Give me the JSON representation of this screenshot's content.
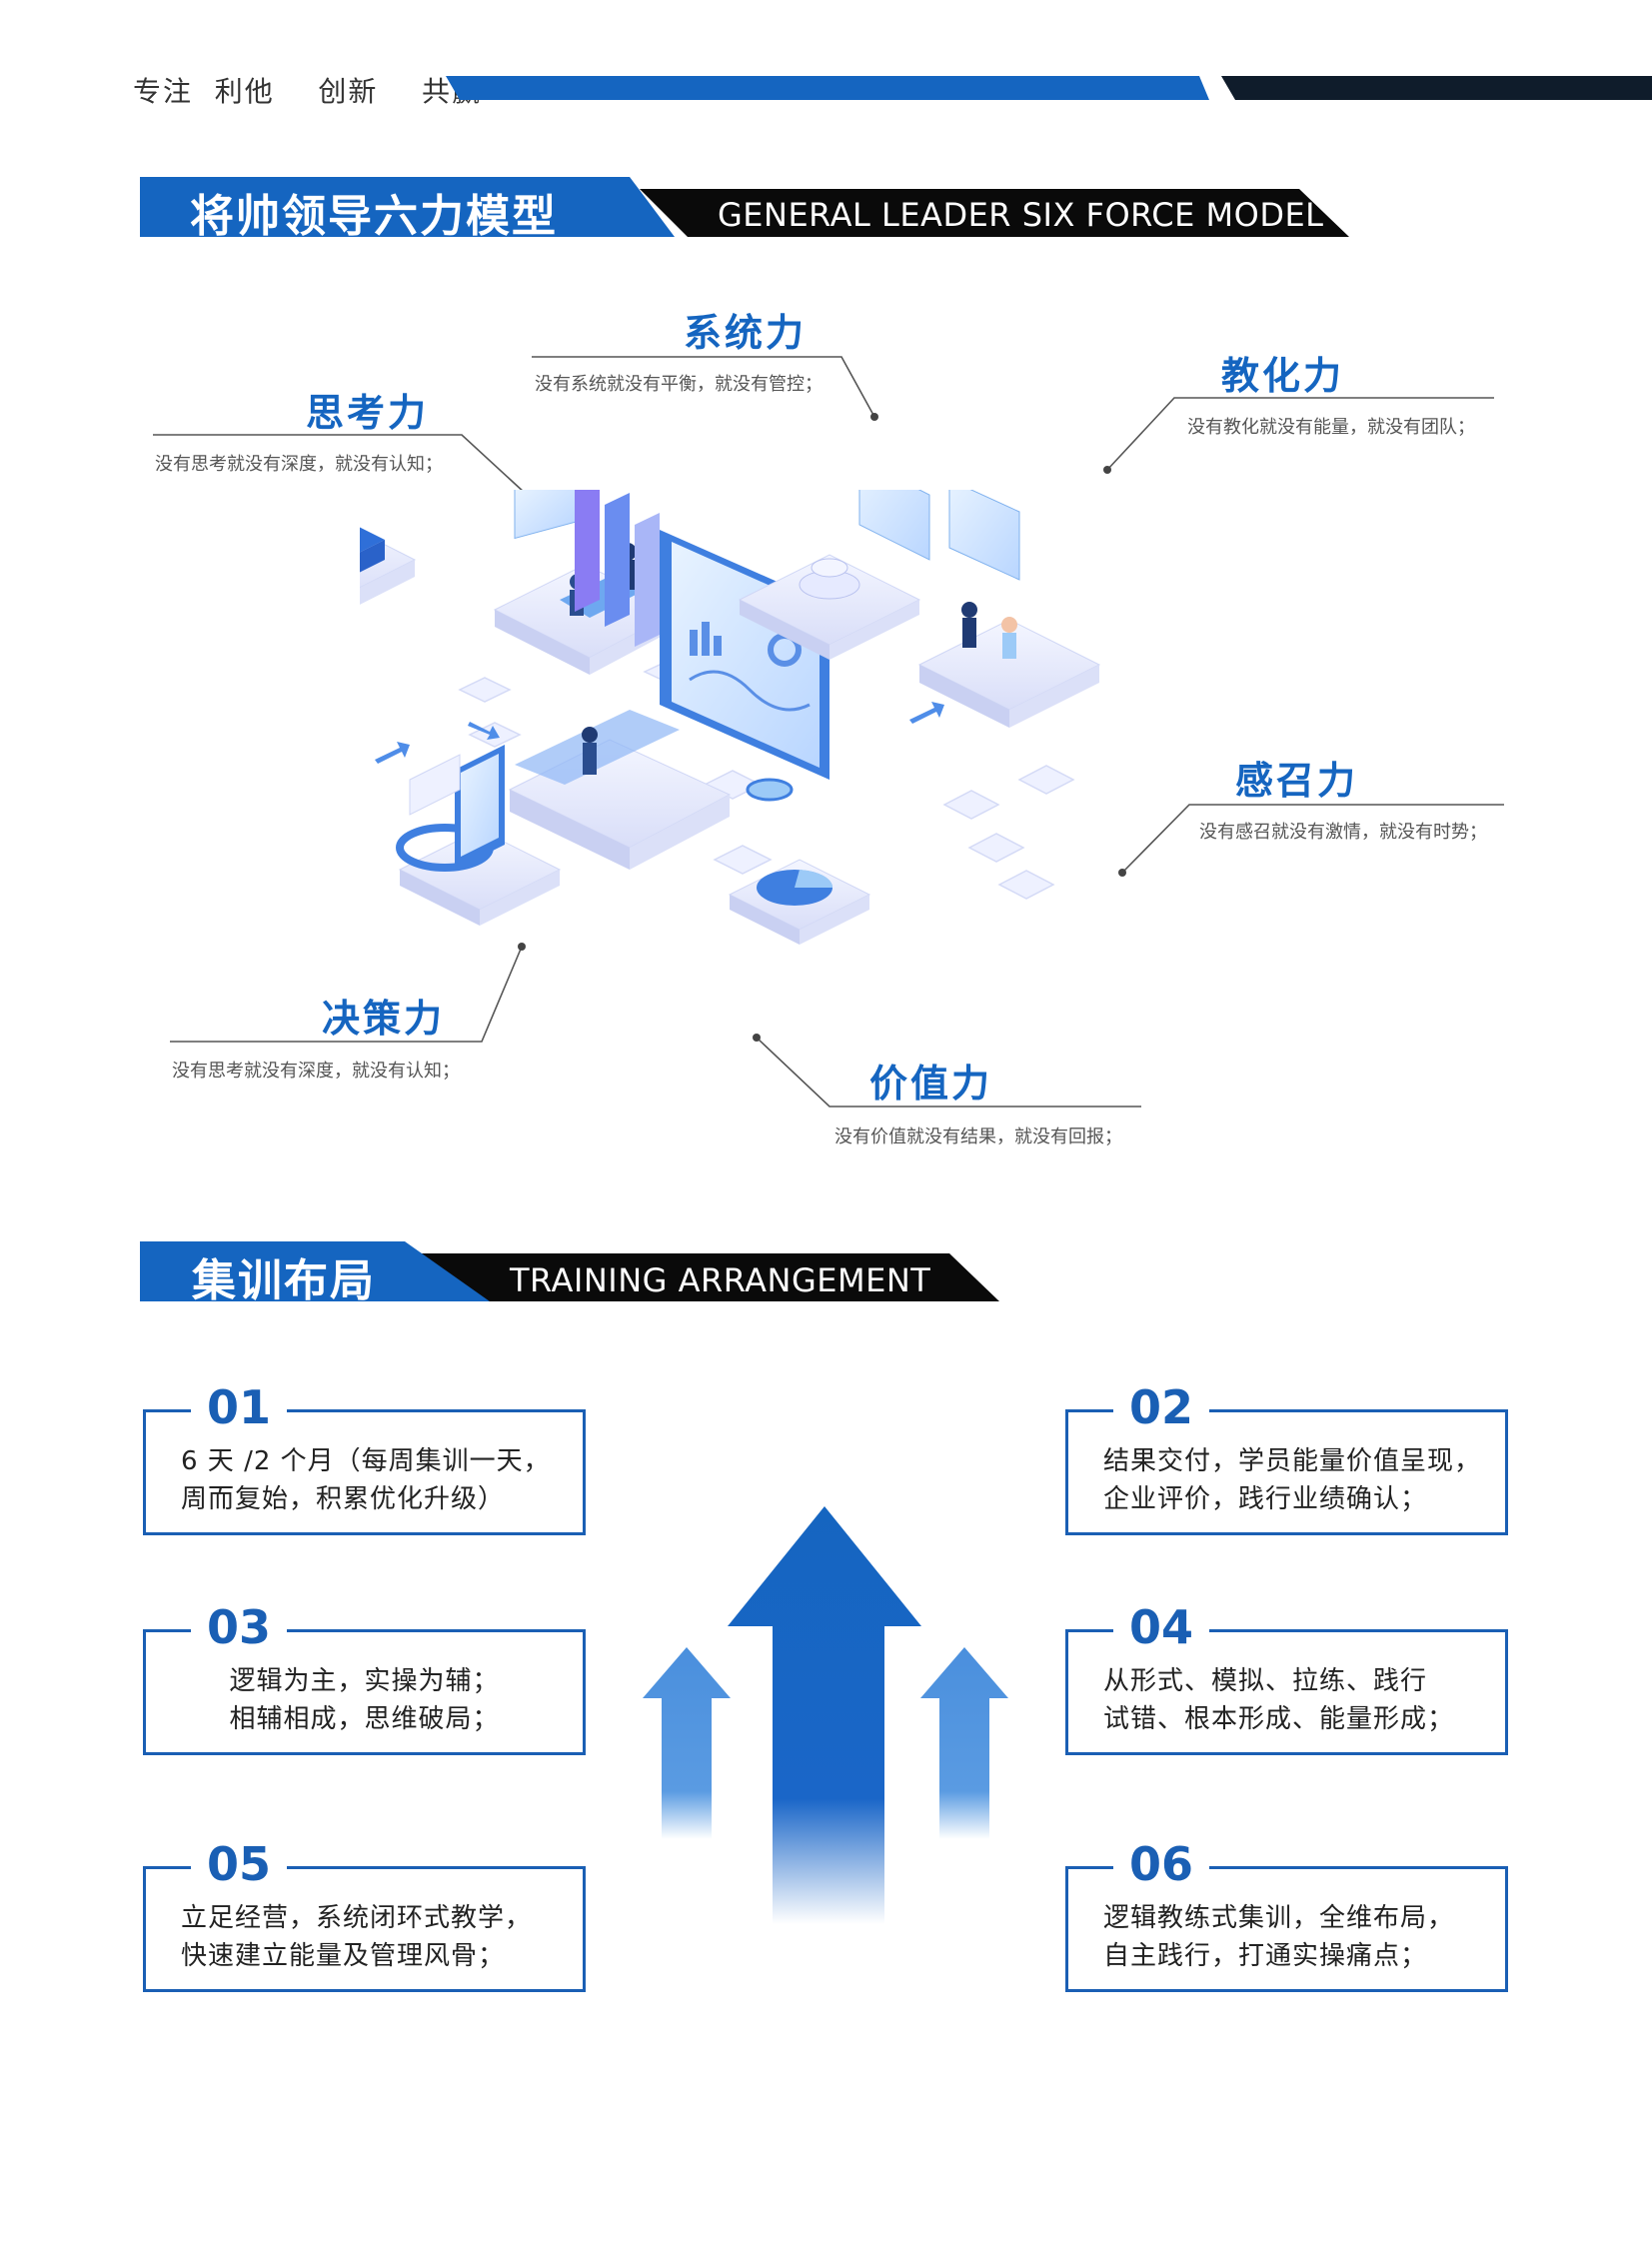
{
  "header": {
    "slogan": "专注  利他    创新    共赢"
  },
  "section1": {
    "title": "将帅领导六力模型",
    "subtitle_en": "GENERAL LEADER SIX FORCE MODEL"
  },
  "forces": {
    "system": {
      "title": "系统力",
      "desc": "没有系统就没有平衡，就没有管控；"
    },
    "thinking": {
      "title": "思考力",
      "desc": "没有思考就没有深度，就没有认知；"
    },
    "education": {
      "title": "教化力",
      "desc": "没有教化就没有能量，就没有团队；"
    },
    "inspiration": {
      "title": "感召力",
      "desc": "没有感召就没有激情，就没有时势；"
    },
    "decision": {
      "title": "决策力",
      "desc": "没有思考就没有深度，就没有认知；"
    },
    "value": {
      "title": "价值力",
      "desc": "没有价值就没有结果，就没有回报；"
    }
  },
  "section2": {
    "title": "集训布局",
    "subtitle_en": "TRAINING ARRANGEMENT"
  },
  "training": [
    {
      "num": "01",
      "line1": "6 天 /2 个月（每周集训一天，",
      "line2": "周而复始，积累优化升级）"
    },
    {
      "num": "02",
      "line1": "结果交付，学员能量价值呈现，",
      "line2": "企业评价，践行业绩确认；"
    },
    {
      "num": "03",
      "line1": "逻辑为主，实操为辅；",
      "line2": "相辅相成，思维破局；"
    },
    {
      "num": "04",
      "line1": "从形式、模拟、拉练、践行",
      "line2": "试错、根本形成、能量形成；"
    },
    {
      "num": "05",
      "line1": "立足经营，系统闭环式教学，",
      "line2": "快速建立能量及管理风骨；"
    },
    {
      "num": "06",
      "line1": "逻辑教练式集训，全维布局，",
      "line2": "自主践行，打通实操痛点；"
    }
  ],
  "colors": {
    "brand_blue": "#1565c0",
    "dark_navy": "#0d1b2a",
    "box_border": "#1a5fb4"
  }
}
